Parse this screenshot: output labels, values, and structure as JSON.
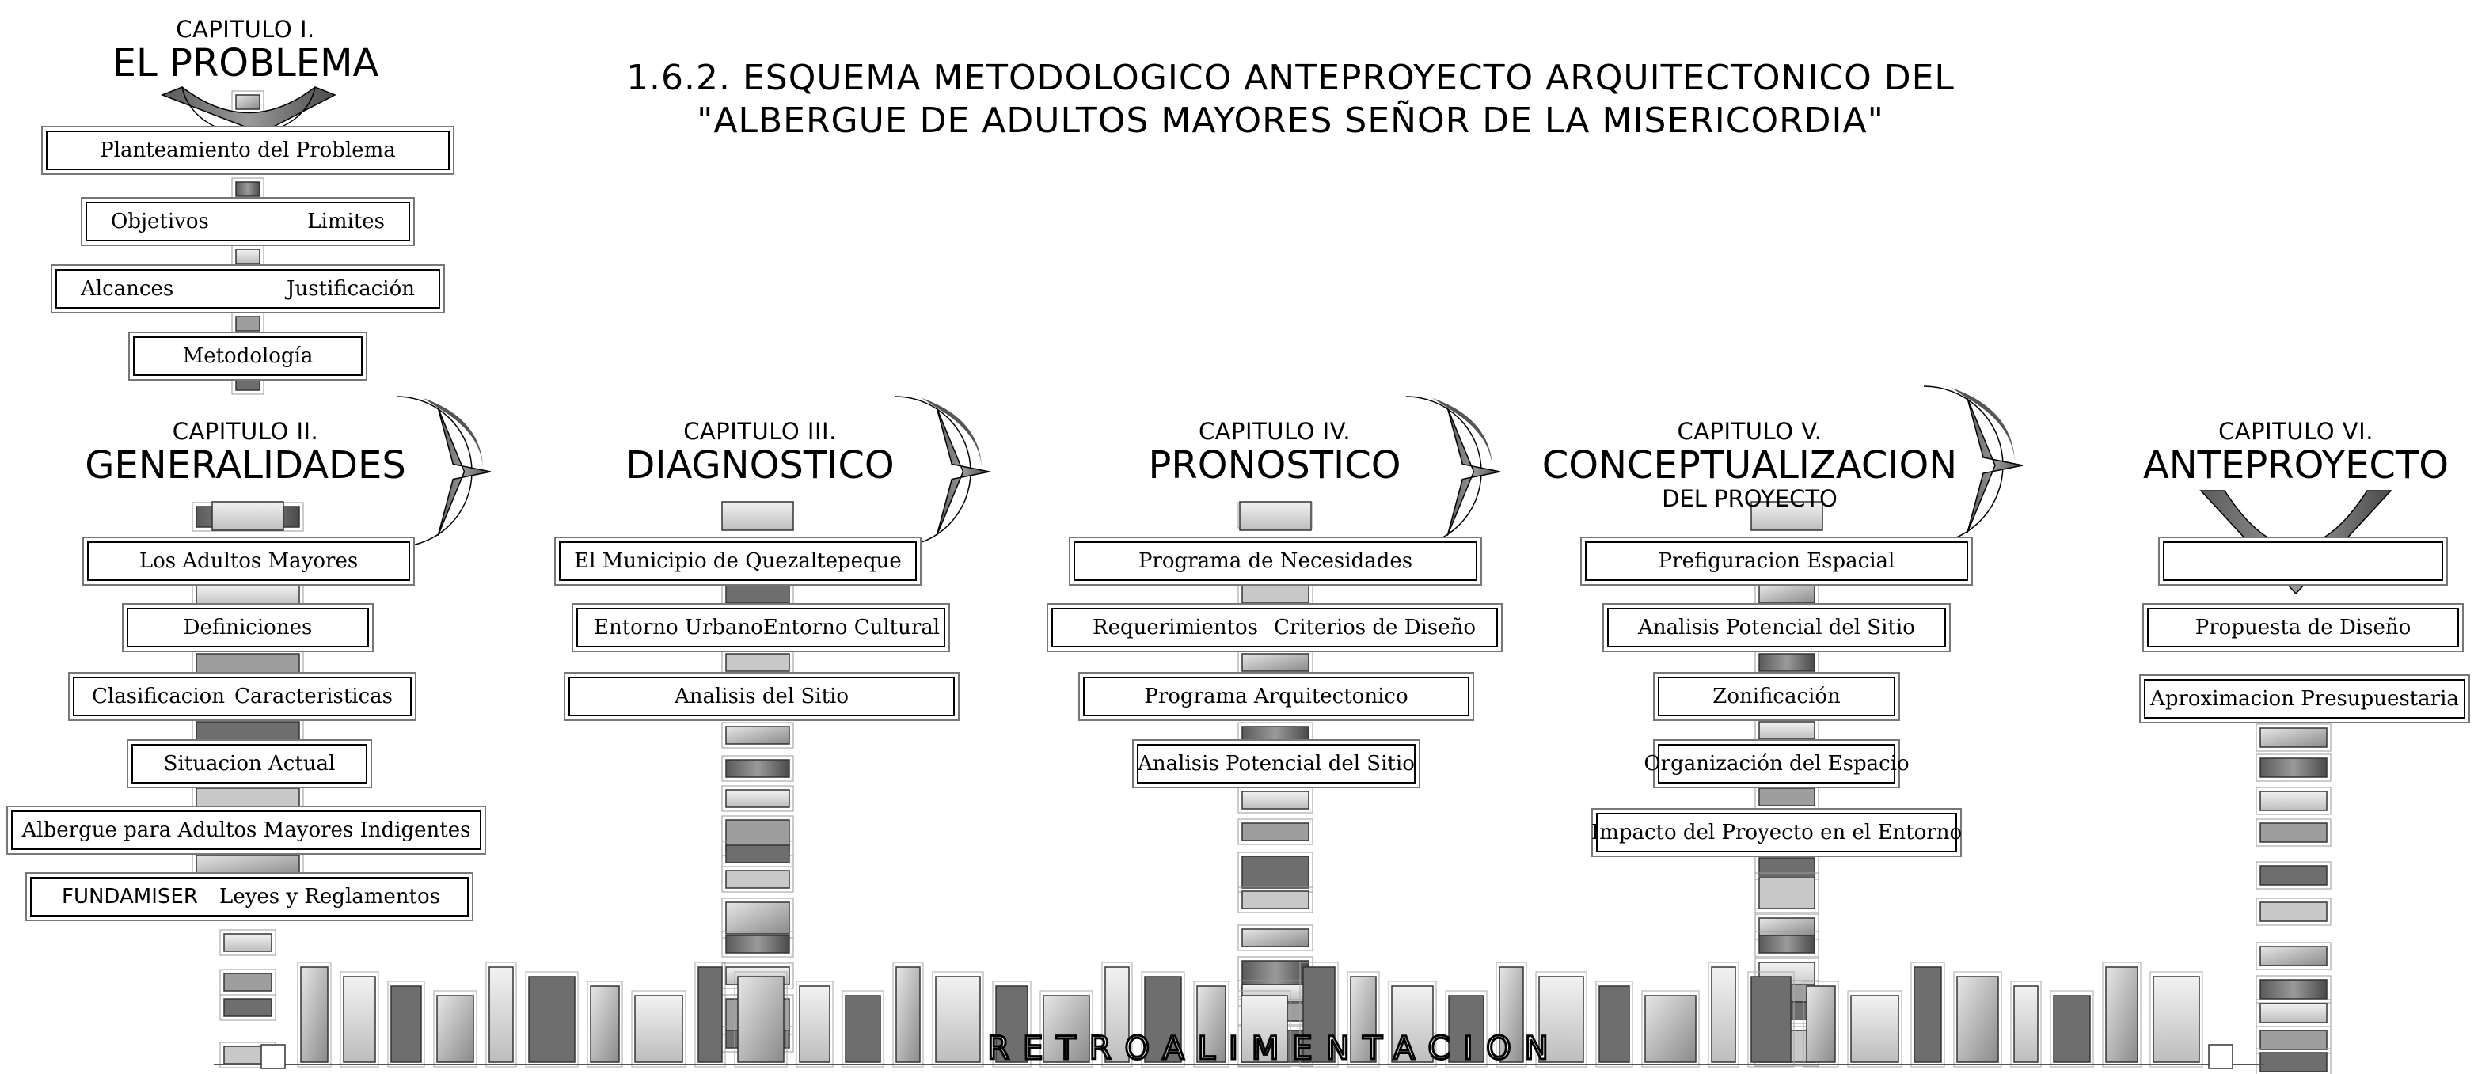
{
  "title": {
    "line1": "1.6.2. ESQUEMA METODOLOGICO ANTEPROYECTO ARQUITECTONICO DEL",
    "line2": "\"ALBERGUE DE ADULTOS MAYORES SEÑOR DE LA MISERICORDIA\""
  },
  "chapters": [
    {
      "label": "CAPITULO I.",
      "name": "EL PROBLEMA",
      "sub": ""
    },
    {
      "label": "CAPITULO II.",
      "name": "GENERALIDADES",
      "sub": ""
    },
    {
      "label": "CAPITULO III.",
      "name": "DIAGNOSTICO",
      "sub": ""
    },
    {
      "label": "CAPITULO IV.",
      "name": "PRONOSTICO",
      "sub": ""
    },
    {
      "label": "CAPITULO V.",
      "name": "CONCEPTUALIZACION",
      "sub": "DEL PROYECTO"
    },
    {
      "label": "CAPITULO VI.",
      "name": "ANTEPROYECTO",
      "sub": ""
    }
  ],
  "boxes": {
    "c1": [
      {
        "a": "Planteamiento del Problema"
      },
      {
        "a": "Objetivos",
        "b": "Limites"
      },
      {
        "a": "Alcances",
        "b": "Justificación"
      },
      {
        "a": "Metodología"
      }
    ],
    "c2": [
      {
        "a": "Los Adultos Mayores"
      },
      {
        "a": "Definiciones"
      },
      {
        "a": "Clasificacion",
        "b": "Caracteristicas"
      },
      {
        "a": "Situacion Actual"
      },
      {
        "a": "Albergue para Adultos Mayores Indigentes"
      },
      {
        "a": "FUNDAMISER",
        "b": "Leyes y Reglamentos"
      }
    ],
    "c3": [
      {
        "a": "El Municipio de Quezaltepeque"
      },
      {
        "a": "Entorno Urbano",
        "b": "Entorno Cultural"
      },
      {
        "a": "Analisis del Sitio"
      }
    ],
    "c4": [
      {
        "a": "Programa de Necesidades"
      },
      {
        "a": "Requerimientos",
        "b": "Criterios de Diseño"
      },
      {
        "a": "Programa Arquitectonico"
      },
      {
        "a": "Analisis Potencial del Sitio"
      }
    ],
    "c5": [
      {
        "a": "Prefiguracion Espacial"
      },
      {
        "a": "Analisis Potencial del Sitio"
      },
      {
        "a": "Zonificación"
      },
      {
        "a": "Organización del Espacio"
      },
      {
        "a": "Impacto del Proyecto en el Entorno"
      }
    ],
    "c6": [
      {
        "a": ""
      },
      {
        "a": "Propuesta de Diseño"
      },
      {
        "a": "Aproximacion Presupuestaria"
      }
    ]
  },
  "feedback_label": "RETROALIMENTACION"
}
